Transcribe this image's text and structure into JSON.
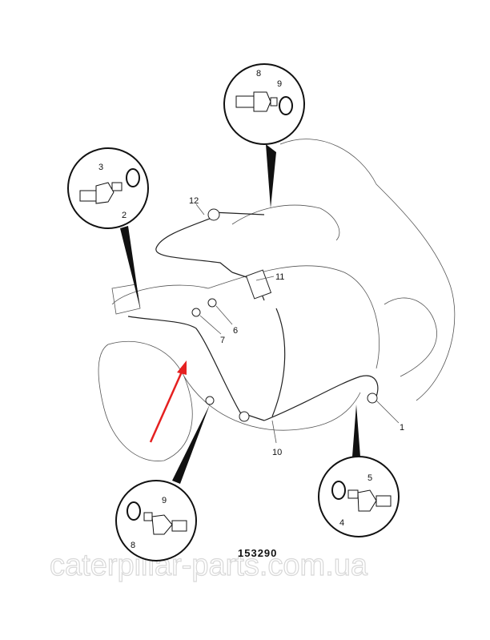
{
  "figure_number": "153290",
  "watermark": "caterpillar-parts.com.ua",
  "callouts": {
    "c1": "1",
    "c6": "6",
    "c7": "7",
    "c10": "10",
    "c11": "11",
    "c12": "12"
  },
  "details": {
    "top": {
      "nut": "8",
      "washer": "9"
    },
    "left": {
      "washer": "3",
      "nut": "2"
    },
    "bottom_left": {
      "washer": "9",
      "nut": "8"
    },
    "bottom_right": {
      "washer": "5",
      "nut": "4"
    }
  },
  "colors": {
    "arrow": "#e52020",
    "lines": "#222222"
  }
}
